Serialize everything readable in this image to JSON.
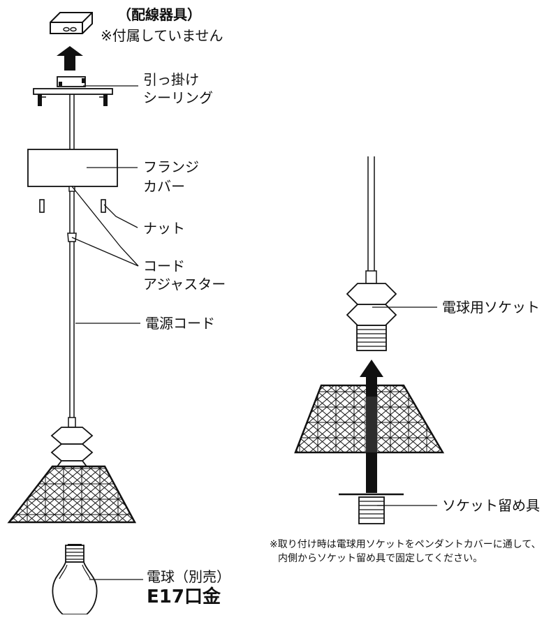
{
  "labels": {
    "fixture_title": "（配線器具）",
    "fixture_note": "※付属していません",
    "ceiling_hook_line1": "引っ掛け",
    "ceiling_hook_line2": "シーリング",
    "flange_line1": "フランジ",
    "flange_line2": "カバー",
    "nut": "ナット",
    "adjuster_line1": "コード",
    "adjuster_line2": "アジャスター",
    "power_cord": "電源コード",
    "bulb_line1": "電球（別売）",
    "bulb_line2": "E17口金",
    "bulb_socket": "電球用ソケット",
    "socket_ring": "ソケット留め具",
    "assembly_note_line1": "※取り付け時は電球用ソケットをペンダントカバーに通して、",
    "assembly_note_line2": "内側からソケット留め具で固定してください。"
  }
}
